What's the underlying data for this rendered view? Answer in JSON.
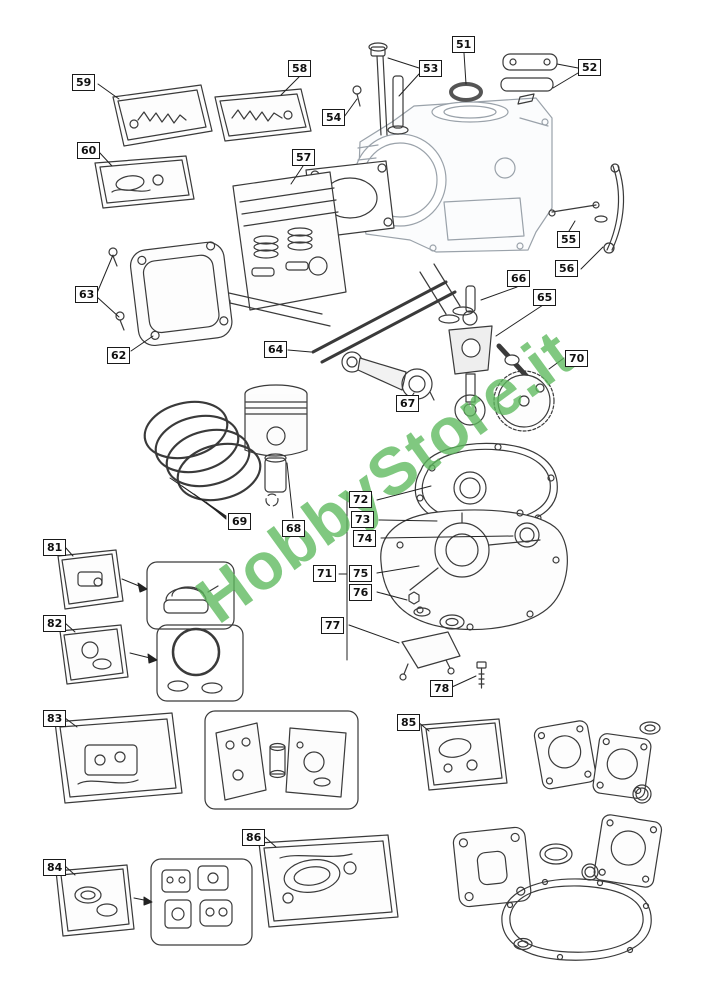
{
  "watermark": {
    "text": "HobbyStore.it",
    "color": "#5cb85c"
  },
  "diagram": {
    "title": "engine exploded parts diagram",
    "parts": [
      {
        "number": "51"
      },
      {
        "number": "52"
      },
      {
        "number": "53"
      },
      {
        "number": "54"
      },
      {
        "number": "55"
      },
      {
        "number": "56"
      },
      {
        "number": "57"
      },
      {
        "number": "58"
      },
      {
        "number": "59"
      },
      {
        "number": "60"
      },
      {
        "number": "62"
      },
      {
        "number": "63"
      },
      {
        "number": "64"
      },
      {
        "number": "65"
      },
      {
        "number": "66"
      },
      {
        "number": "67"
      },
      {
        "number": "68"
      },
      {
        "number": "69"
      },
      {
        "number": "70"
      },
      {
        "number": "71"
      },
      {
        "number": "72"
      },
      {
        "number": "73"
      },
      {
        "number": "74"
      },
      {
        "number": "75"
      },
      {
        "number": "76"
      },
      {
        "number": "77"
      },
      {
        "number": "78"
      },
      {
        "number": "81"
      },
      {
        "number": "82"
      },
      {
        "number": "83"
      },
      {
        "number": "84"
      },
      {
        "number": "85"
      },
      {
        "number": "86"
      }
    ]
  }
}
